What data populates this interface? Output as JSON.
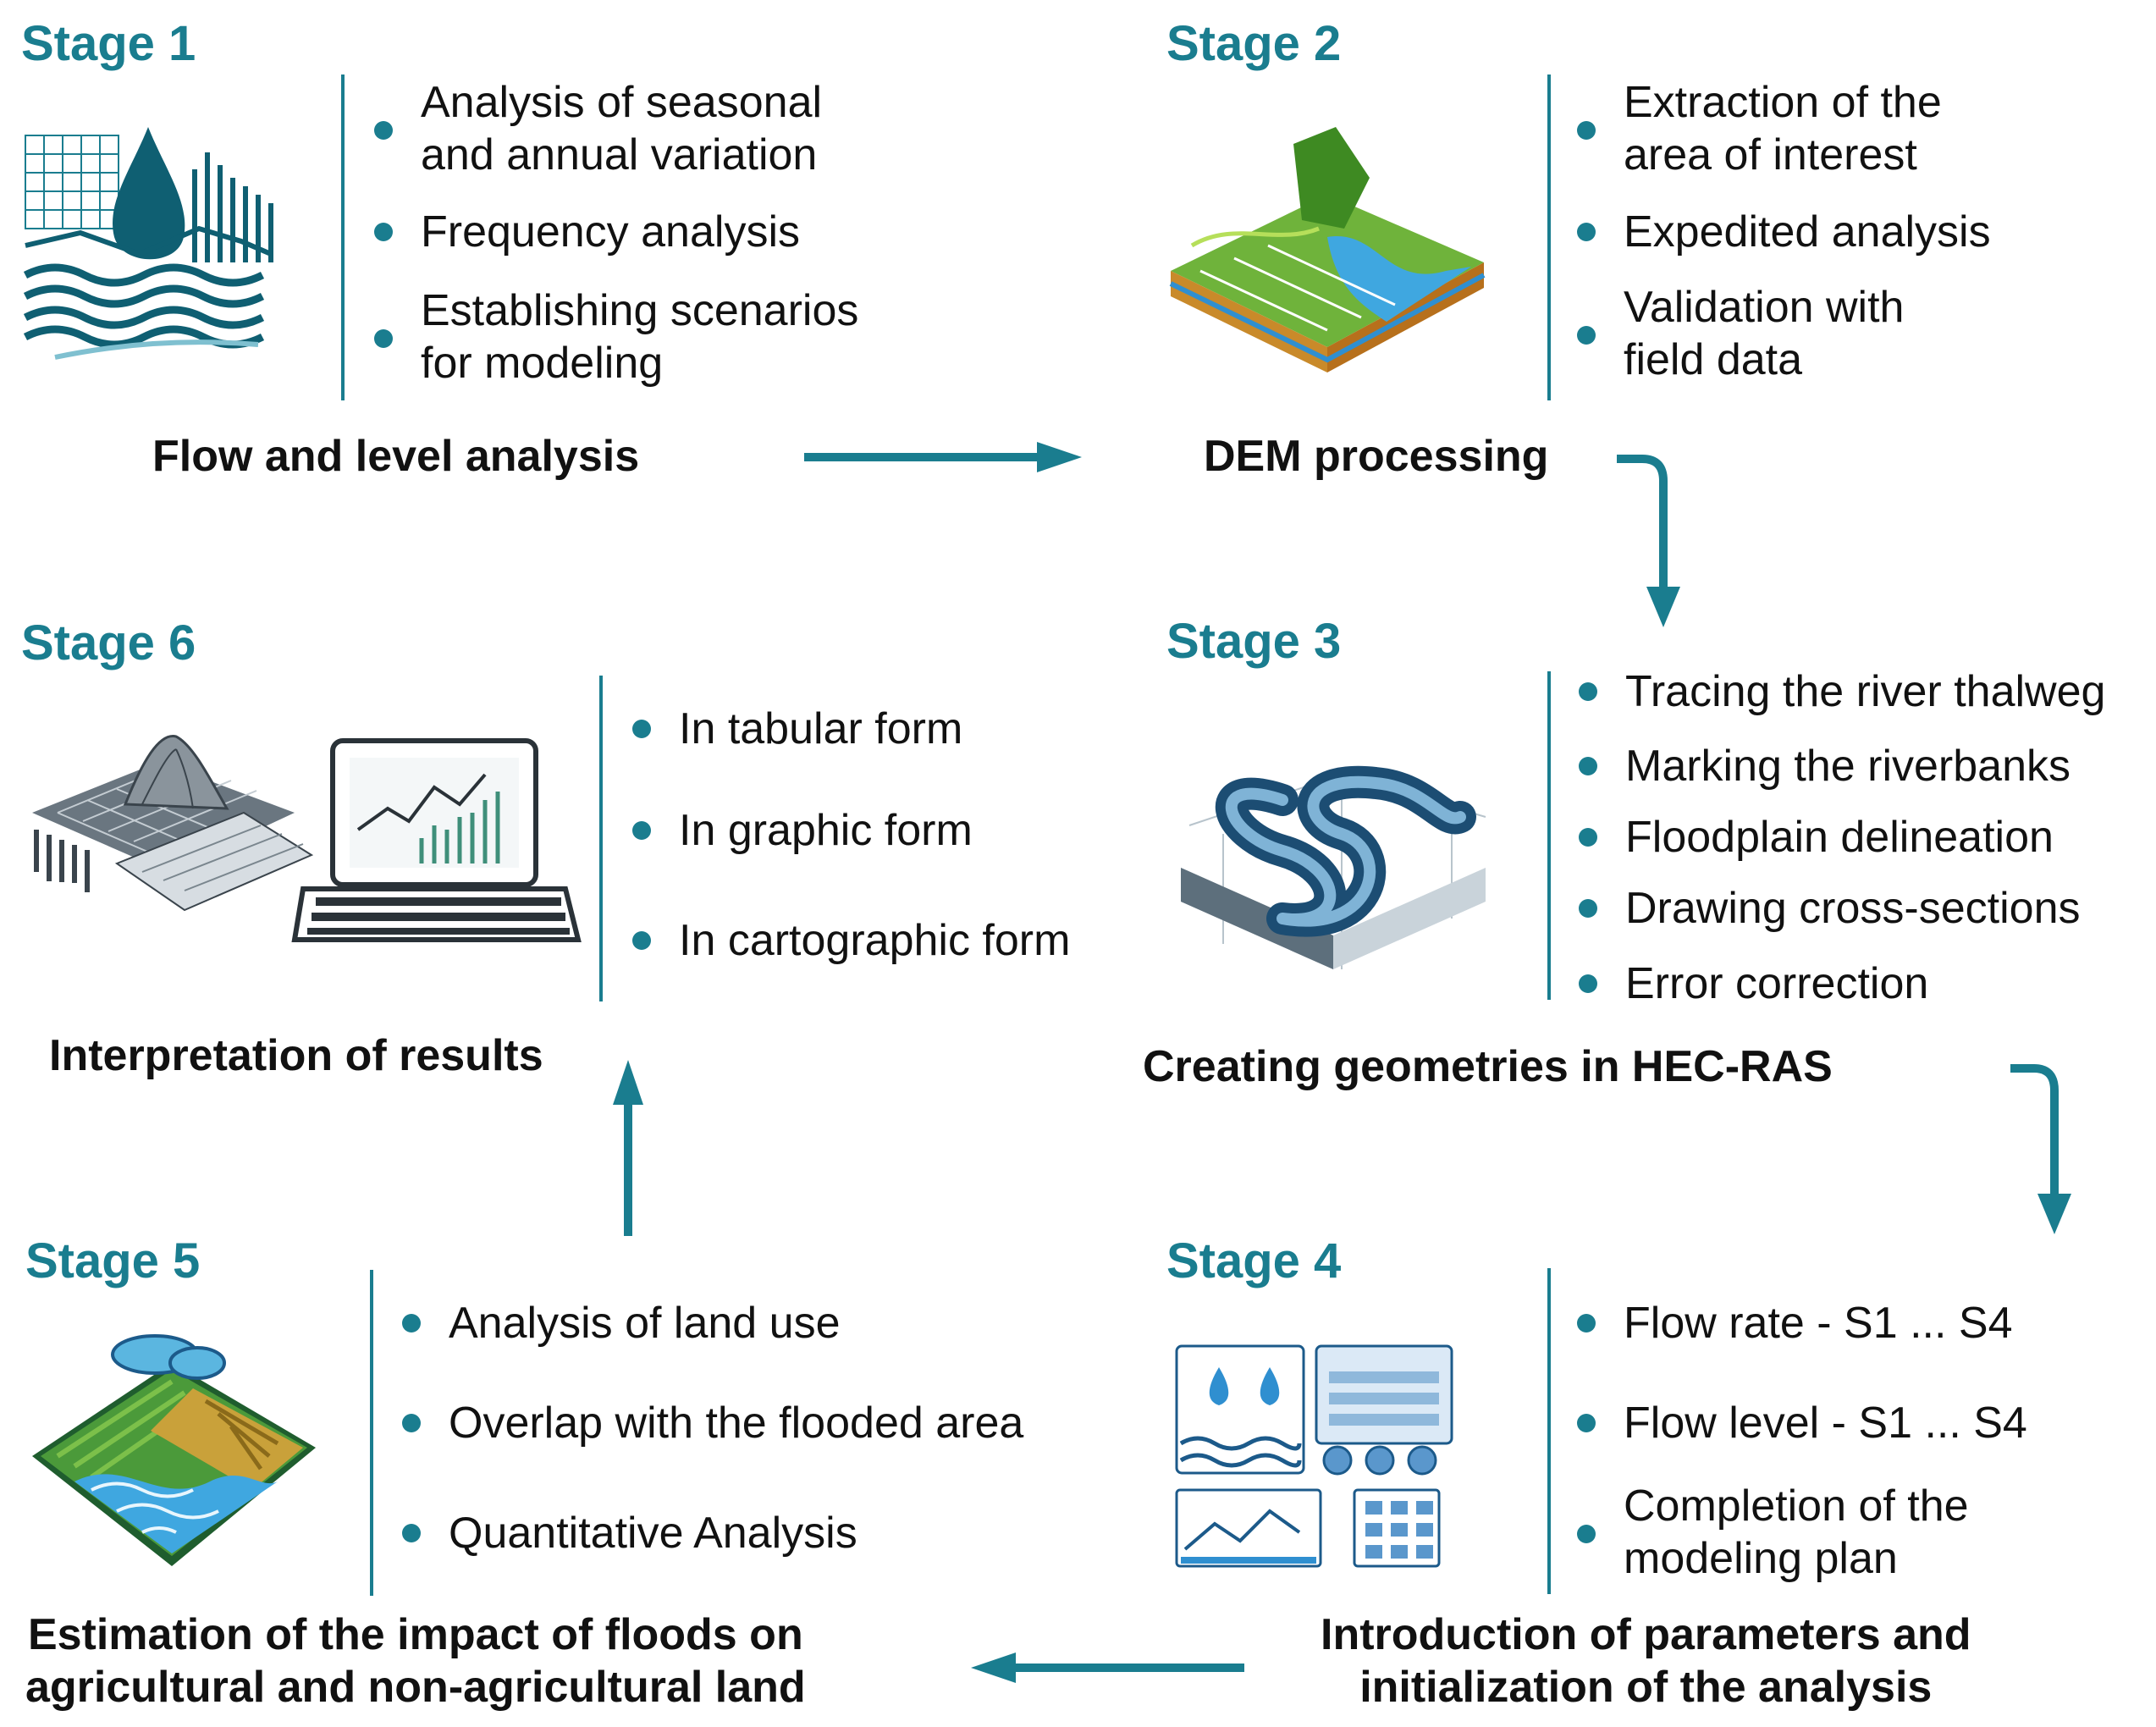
{
  "accent_color": "#1a7d8f",
  "stages": [
    {
      "title": "Stage 1",
      "name": "Flow and level analysis",
      "icon": "hydrology-chart-icon",
      "bullets": [
        "Analysis of seasonal\nand annual variation",
        "Frequency analysis",
        "Establishing scenarios\nfor modeling"
      ]
    },
    {
      "title": "Stage 2",
      "name": "DEM processing",
      "icon": "terrain-model-icon",
      "bullets": [
        "Extraction of the\narea of interest",
        "Expedited analysis",
        "Validation with\nfield data"
      ]
    },
    {
      "title": "Stage 3",
      "name": "Creating geometries in HEC-RAS",
      "icon": "river-geometry-icon",
      "bullets": [
        "Tracing the river thalweg",
        "Marking the riverbanks",
        "Floodplain delineation",
        "Drawing cross-sections",
        "Error correction"
      ]
    },
    {
      "title": "Stage 4",
      "name_line1": "Introduction of parameters and",
      "name_line2": "initialization of the analysis",
      "icon": "parameters-dashboard-icon",
      "bullets": [
        "Flow rate - S1 ... S4",
        "Flow level - S1 ... S4",
        "Completion of the\nmodeling plan"
      ]
    },
    {
      "title": "Stage 5",
      "name_line1": "Estimation of the impact of floods on",
      "name_line2": "agricultural and non-agricultural land",
      "icon": "flooded-fields-icon",
      "bullets": [
        "Analysis of land use",
        "Overlap with the flooded area",
        "Quantitative Analysis"
      ]
    },
    {
      "title": "Stage 6",
      "name": "Interpretation of results",
      "icon": "results-laptop-icon",
      "bullets": [
        "In tabular form",
        "In graphic form",
        "In cartographic form"
      ]
    }
  ]
}
